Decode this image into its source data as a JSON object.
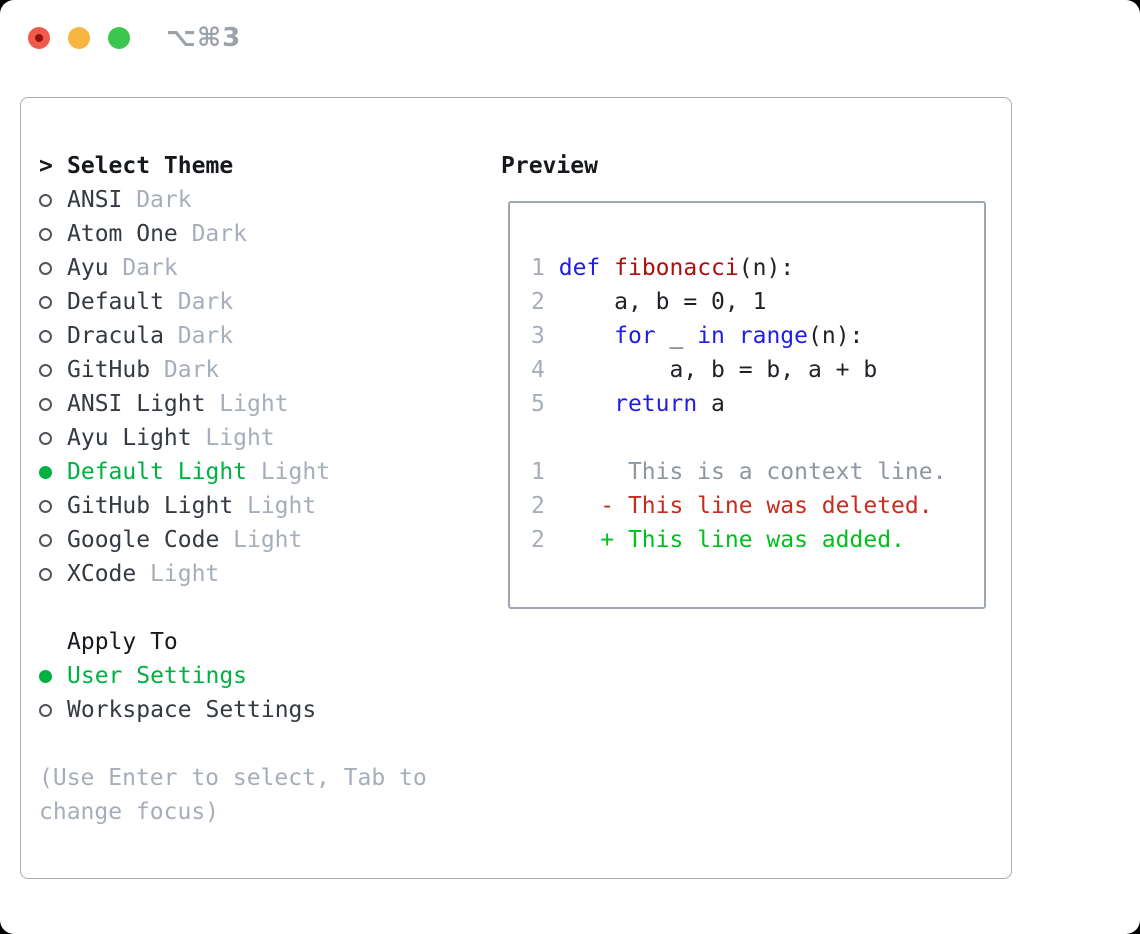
{
  "titlebar": {
    "shortcut_label": "⌥⌘3"
  },
  "colors": {
    "accent_green": "#00b142",
    "keyword_blue": "#1e1ee6",
    "function_red": "#ad0f0f",
    "deleted_red": "#c62d1c",
    "added_green": "#00c01e",
    "muted_gray": "#a6aeba",
    "context_gray": "#8e97a1",
    "item_text": "#343a41",
    "heading_text": "#15181c",
    "code_text": "#1e2126",
    "panel_border": "#a7aeb6",
    "preview_border": "#9fa8b1",
    "radio_outline": "#50565e",
    "titlebar_label": "#9ba1a9",
    "traffic_red": "#f05a4d",
    "traffic_red_dot": "#8e150f",
    "traffic_yellow": "#f6b63f",
    "traffic_green": "#3ac64f",
    "window_bg": "#ffffff",
    "page_bg": "#000000"
  },
  "theme_panel": {
    "cursor": ">",
    "title": "Select Theme",
    "items": [
      {
        "name": "ANSI",
        "tag": "Dark",
        "selected": false
      },
      {
        "name": "Atom One",
        "tag": "Dark",
        "selected": false
      },
      {
        "name": "Ayu",
        "tag": "Dark",
        "selected": false
      },
      {
        "name": "Default",
        "tag": "Dark",
        "selected": false
      },
      {
        "name": "Dracula",
        "tag": "Dark",
        "selected": false
      },
      {
        "name": "GitHub",
        "tag": "Dark",
        "selected": false
      },
      {
        "name": "ANSI Light",
        "tag": "Light",
        "selected": false
      },
      {
        "name": "Ayu Light",
        "tag": "Light",
        "selected": false
      },
      {
        "name": "Default Light",
        "tag": "Light",
        "selected": true
      },
      {
        "name": "GitHub Light",
        "tag": "Light",
        "selected": false
      },
      {
        "name": "Google Code",
        "tag": "Light",
        "selected": false
      },
      {
        "name": "XCode",
        "tag": "Light",
        "selected": false
      }
    ],
    "apply_to": {
      "title": "Apply To",
      "options": [
        {
          "label": "User Settings",
          "selected": true
        },
        {
          "label": "Workspace Settings",
          "selected": false
        }
      ]
    },
    "hint": "(Use Enter to select, Tab to change focus)"
  },
  "preview": {
    "title": "Preview",
    "lines": [
      {
        "num": "1",
        "segs": [
          [
            "plain",
            " "
          ],
          [
            "keyword",
            "def"
          ],
          [
            "plain",
            " "
          ],
          [
            "function",
            "fibonacci"
          ],
          [
            "plain",
            "(n):"
          ]
        ]
      },
      {
        "num": "2",
        "segs": [
          [
            "plain",
            "     a, b = 0, 1"
          ]
        ]
      },
      {
        "num": "3",
        "segs": [
          [
            "plain",
            "     "
          ],
          [
            "keyword",
            "for"
          ],
          [
            "plain",
            " _ "
          ],
          [
            "keyword",
            "in"
          ],
          [
            "plain",
            " "
          ],
          [
            "keyword",
            "range"
          ],
          [
            "plain",
            "(n):"
          ]
        ]
      },
      {
        "num": "4",
        "segs": [
          [
            "plain",
            "         a, b = b, a + b"
          ]
        ]
      },
      {
        "num": "5",
        "segs": [
          [
            "plain",
            "     "
          ],
          [
            "keyword",
            "return"
          ],
          [
            "plain",
            " a"
          ]
        ]
      },
      {
        "num": "",
        "segs": []
      },
      {
        "num": "1",
        "segs": [
          [
            "context",
            "      This is a context line."
          ]
        ]
      },
      {
        "num": "2",
        "segs": [
          [
            "deleted",
            "    - This line was deleted."
          ]
        ]
      },
      {
        "num": "2",
        "segs": [
          [
            "added",
            "    + This line was added."
          ]
        ]
      }
    ]
  }
}
